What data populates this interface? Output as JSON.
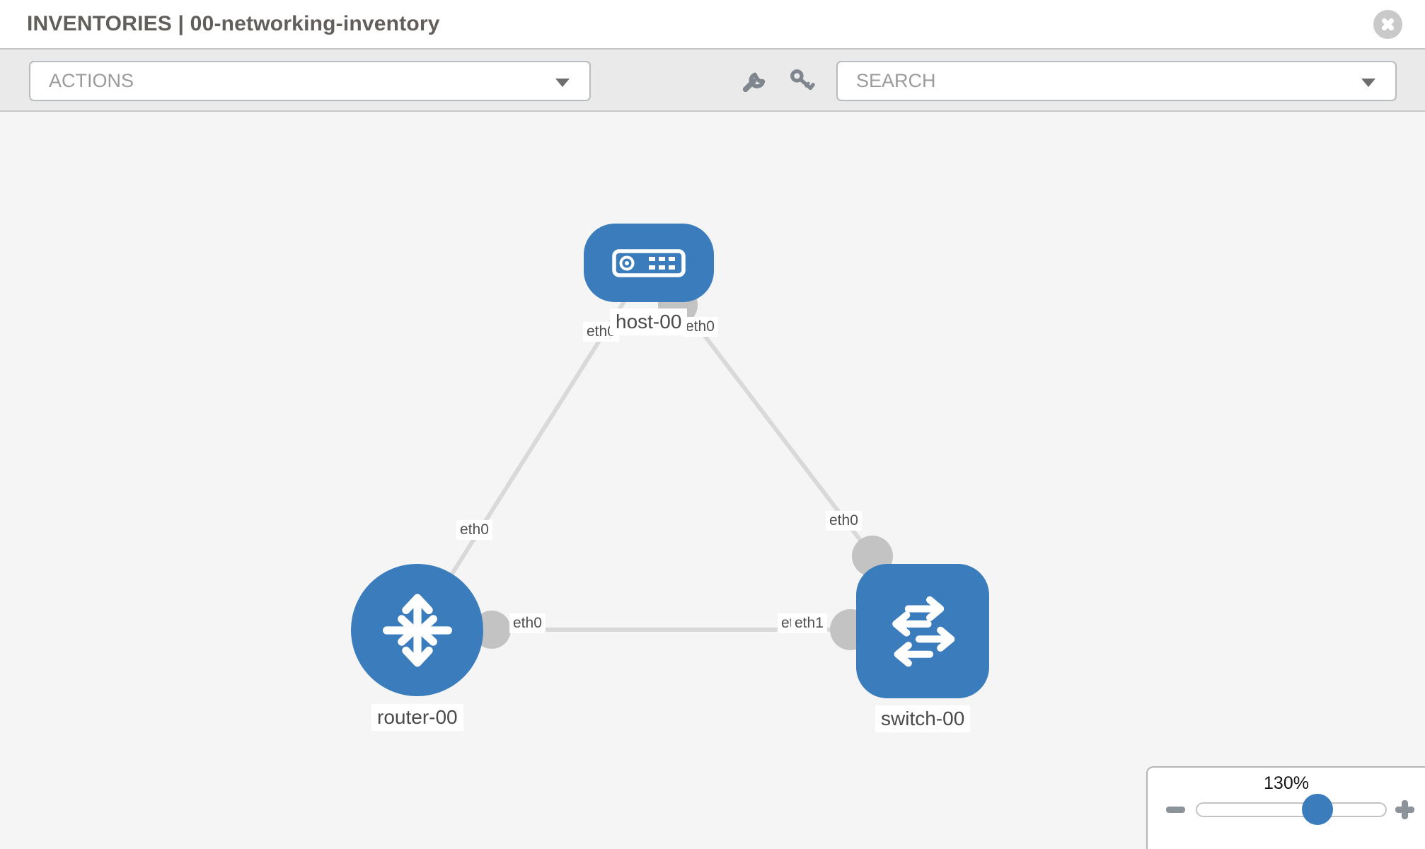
{
  "header": {
    "title": "INVENTORIES | 00-networking-inventory"
  },
  "toolbar": {
    "actions_dropdown": {
      "placeholder": "ACTIONS"
    },
    "search_dropdown": {
      "placeholder": "SEARCH"
    },
    "icons": [
      "wrench-icon",
      "key-icon"
    ]
  },
  "topology": {
    "nodes": [
      {
        "label": "host-00",
        "type": "host"
      },
      {
        "label": "router-00",
        "type": "router"
      },
      {
        "label": "switch-00",
        "type": "switch"
      }
    ],
    "links": [
      {
        "from": "host-00",
        "to": "router-00",
        "from_interface": "eth0",
        "to_interface": "eth0"
      },
      {
        "from": "host-00",
        "to": "switch-00",
        "from_interface": "eth0",
        "to_interface": "eth0"
      },
      {
        "from": "router-00",
        "to": "switch-00",
        "from_interface": "eth0",
        "to_interface": "eth1",
        "to_interface_overlapped": "eth0"
      }
    ]
  },
  "zoom_control": {
    "level": "130%"
  },
  "colors": {
    "node_blue": "#3a7cbc",
    "link_gray": "#d9d9d9",
    "interface_dot_gray": "#c3c3c3",
    "toolbar_gray": "#e9eae9"
  }
}
